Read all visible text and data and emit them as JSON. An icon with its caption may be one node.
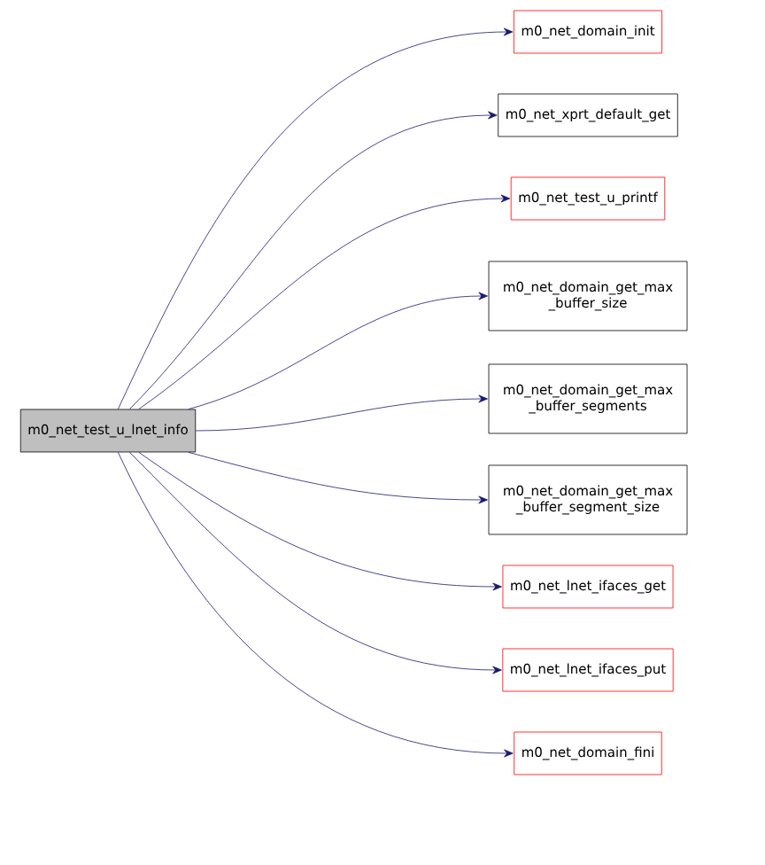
{
  "diagram": {
    "nodes": [
      {
        "text": [
          "m0_net_test_u_lnet_info"
        ]
      },
      {
        "text": [
          "m0_net_domain_init"
        ]
      },
      {
        "text": [
          "m0_net_xprt_default_get"
        ]
      },
      {
        "text": [
          "m0_net_test_u_printf"
        ]
      },
      {
        "text": [
          "m0_net_domain_get_max _buffer_size"
        ]
      },
      {
        "text": [
          "m0_net_domain_get_max _buffer_segments"
        ]
      },
      {
        "text": [
          "m0_net_domain_get_max _buffer_segment_size"
        ]
      },
      {
        "text": [
          "m0_net_lnet_ifaces_get"
        ]
      },
      {
        "text": [
          "m0_net_lnet_ifaces_put"
        ]
      },
      {
        "text": [
          "m0_net_domain_fini"
        ]
      }
    ],
    "edges": [
      {
        "from": 0,
        "to": 1,
        "arrow": "to"
      },
      {
        "from": 0,
        "to": 2,
        "arrow": "to"
      },
      {
        "from": 0,
        "to": 3,
        "arrow": "to"
      },
      {
        "from": 0,
        "to": 4,
        "arrow": "to"
      },
      {
        "from": 0,
        "to": 5,
        "arrow": "to"
      },
      {
        "from": 0,
        "to": 6,
        "arrow": "to"
      },
      {
        "from": 0,
        "to": 7,
        "arrow": "to"
      },
      {
        "from": 0,
        "to": 8,
        "arrow": "to"
      },
      {
        "from": 0,
        "to": 9,
        "arrow": "to"
      }
    ]
  }
}
